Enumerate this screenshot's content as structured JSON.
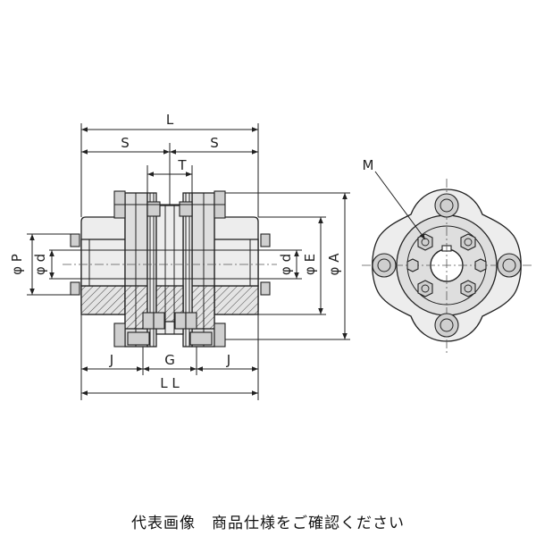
{
  "diagram": {
    "labels": {
      "L": "L",
      "S_left": "S",
      "S_right": "S",
      "T": "T",
      "phi_P": "φ P",
      "phi_d_left": "φ d",
      "phi_d_right": "φ d",
      "phi_E": "φ E",
      "phi_A": "φ A",
      "J_left": "J",
      "G": "G",
      "J_right": "J",
      "LL": "L L",
      "M": "M"
    },
    "caption": "代表画像　商品仕様をご確認ください"
  }
}
